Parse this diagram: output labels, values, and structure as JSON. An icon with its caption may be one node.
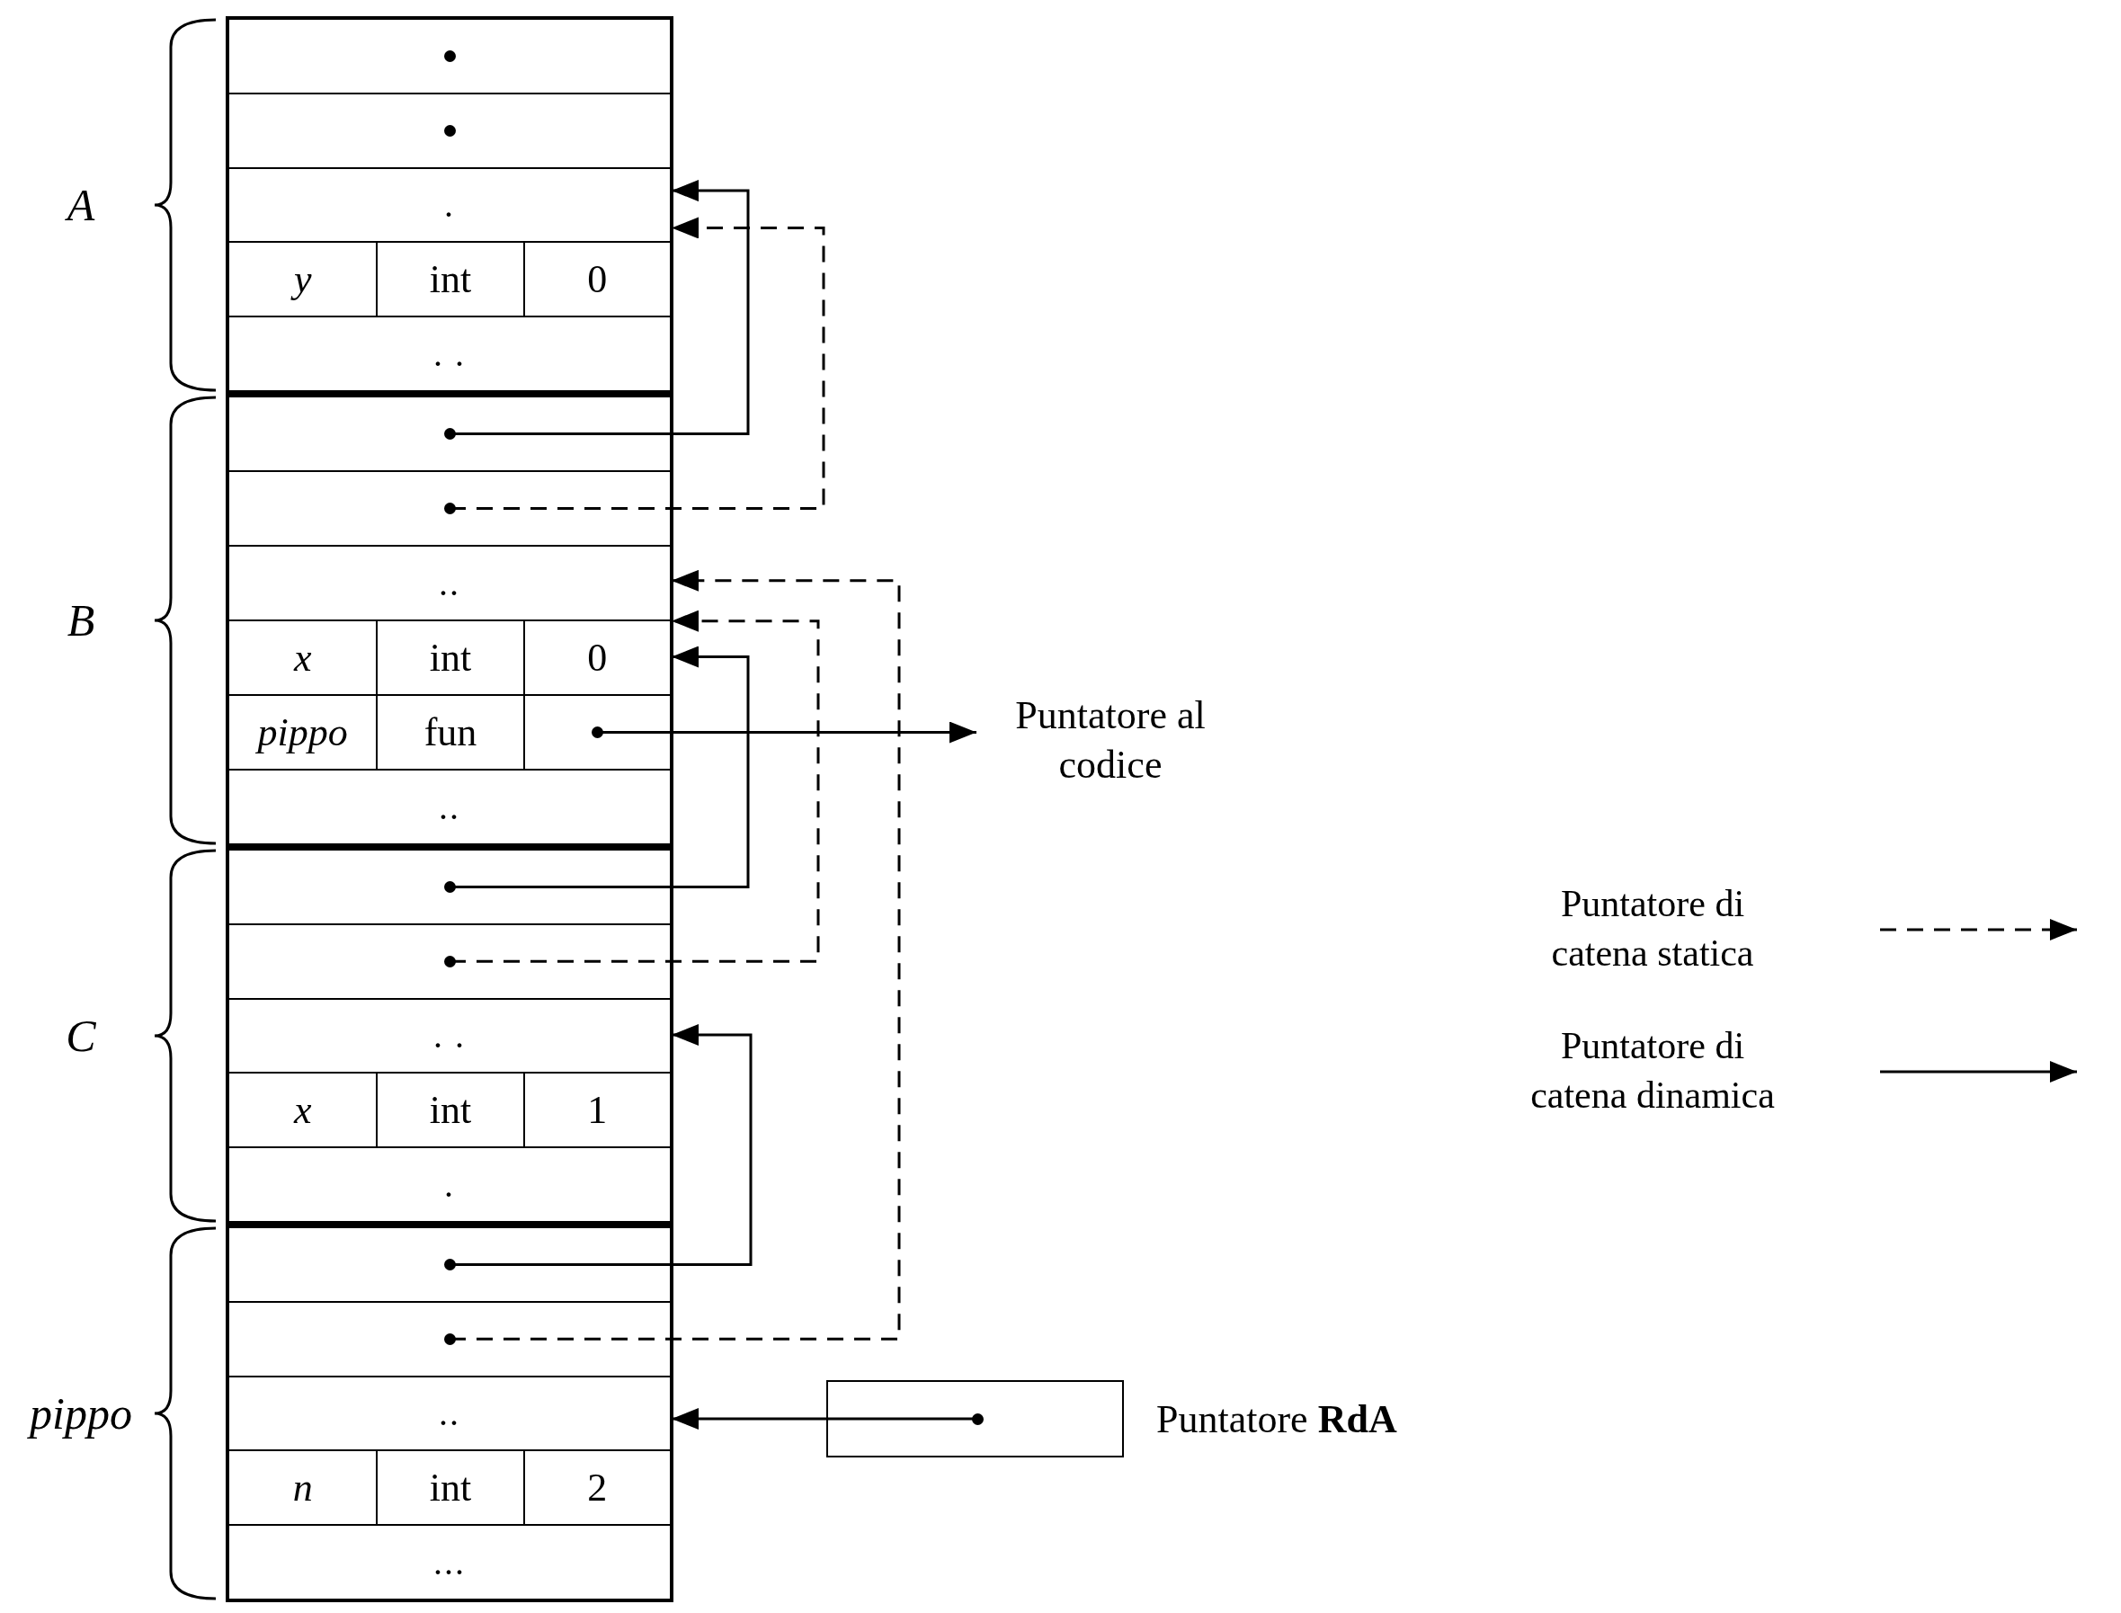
{
  "diagram": {
    "nodes": [
      {
        "text": [],
        "shape": "box",
        "beside": [
          "A"
        ]
      },
      {
        "text": [],
        "shape": "box",
        "in": 0
      },
      {
        "text": [],
        "shape": "box",
        "in": 0
      },
      {
        "text": [
          "."
        ],
        "in": 0
      },
      {
        "text": [
          "y",
          "int",
          "0"
        ],
        "in": 0
      },
      {
        "text": [
          ". ."
        ],
        "in": 0
      },
      {
        "text": [],
        "shape": "box",
        "beside": [
          "B"
        ]
      },
      {
        "text": [],
        "shape": "box",
        "in": 6
      },
      {
        "text": [],
        "shape": "box",
        "in": 6
      },
      {
        "text": [
          ".."
        ],
        "in": 6
      },
      {
        "text": [
          "x",
          "int",
          "0"
        ],
        "in": 6
      },
      {
        "text": [
          "pippo",
          "fun"
        ],
        "in": 6
      },
      {
        "text": [
          ".."
        ],
        "in": 6
      },
      {
        "text": [],
        "shape": "box",
        "beside": [
          "C"
        ]
      },
      {
        "text": [],
        "shape": "box",
        "in": 13
      },
      {
        "text": [],
        "shape": "box",
        "in": 13
      },
      {
        "text": [
          ". ."
        ],
        "in": 13
      },
      {
        "text": [
          "x",
          "int",
          "1"
        ],
        "in": 13
      },
      {
        "text": [
          "."
        ],
        "in": 13
      },
      {
        "text": [],
        "shape": "box",
        "beside": [
          "pippo"
        ]
      },
      {
        "text": [],
        "shape": "box",
        "in": 19
      },
      {
        "text": [],
        "shape": "box",
        "in": 19
      },
      {
        "text": [
          ".."
        ],
        "in": 19
      },
      {
        "text": [
          "n",
          "int",
          "2"
        ],
        "in": 19
      },
      {
        "text": [
          "..."
        ],
        "in": 19
      },
      {
        "text": [
          "Puntatore al codice"
        ]
      },
      {
        "text": [],
        "shape": "box",
        "beside": [
          "Puntatore **RdA**"
        ]
      }
    ],
    "edges": [
      {
        "from": 7,
        "to": 3,
        "arrow": "to"
      },
      {
        "from": 8,
        "to": 3,
        "arrow": "to",
        "style": "dashed"
      },
      {
        "from": 11,
        "to": 25,
        "arrow": "to"
      },
      {
        "from": 14,
        "to": 10,
        "arrow": "to"
      },
      {
        "from": 15,
        "to": 10,
        "arrow": "to",
        "style": "dashed"
      },
      {
        "from": 20,
        "to": 16,
        "arrow": "to"
      },
      {
        "from": 21,
        "to": 9,
        "arrow": "to",
        "style": "dashed"
      },
      {
        "from": 26,
        "to": 22,
        "arrow": "to"
      }
    ],
    "legend": [
      {
        "text": "Puntatore di catena statica"
      },
      {
        "text": "Puntatore di catena dinamica"
      }
    ]
  }
}
